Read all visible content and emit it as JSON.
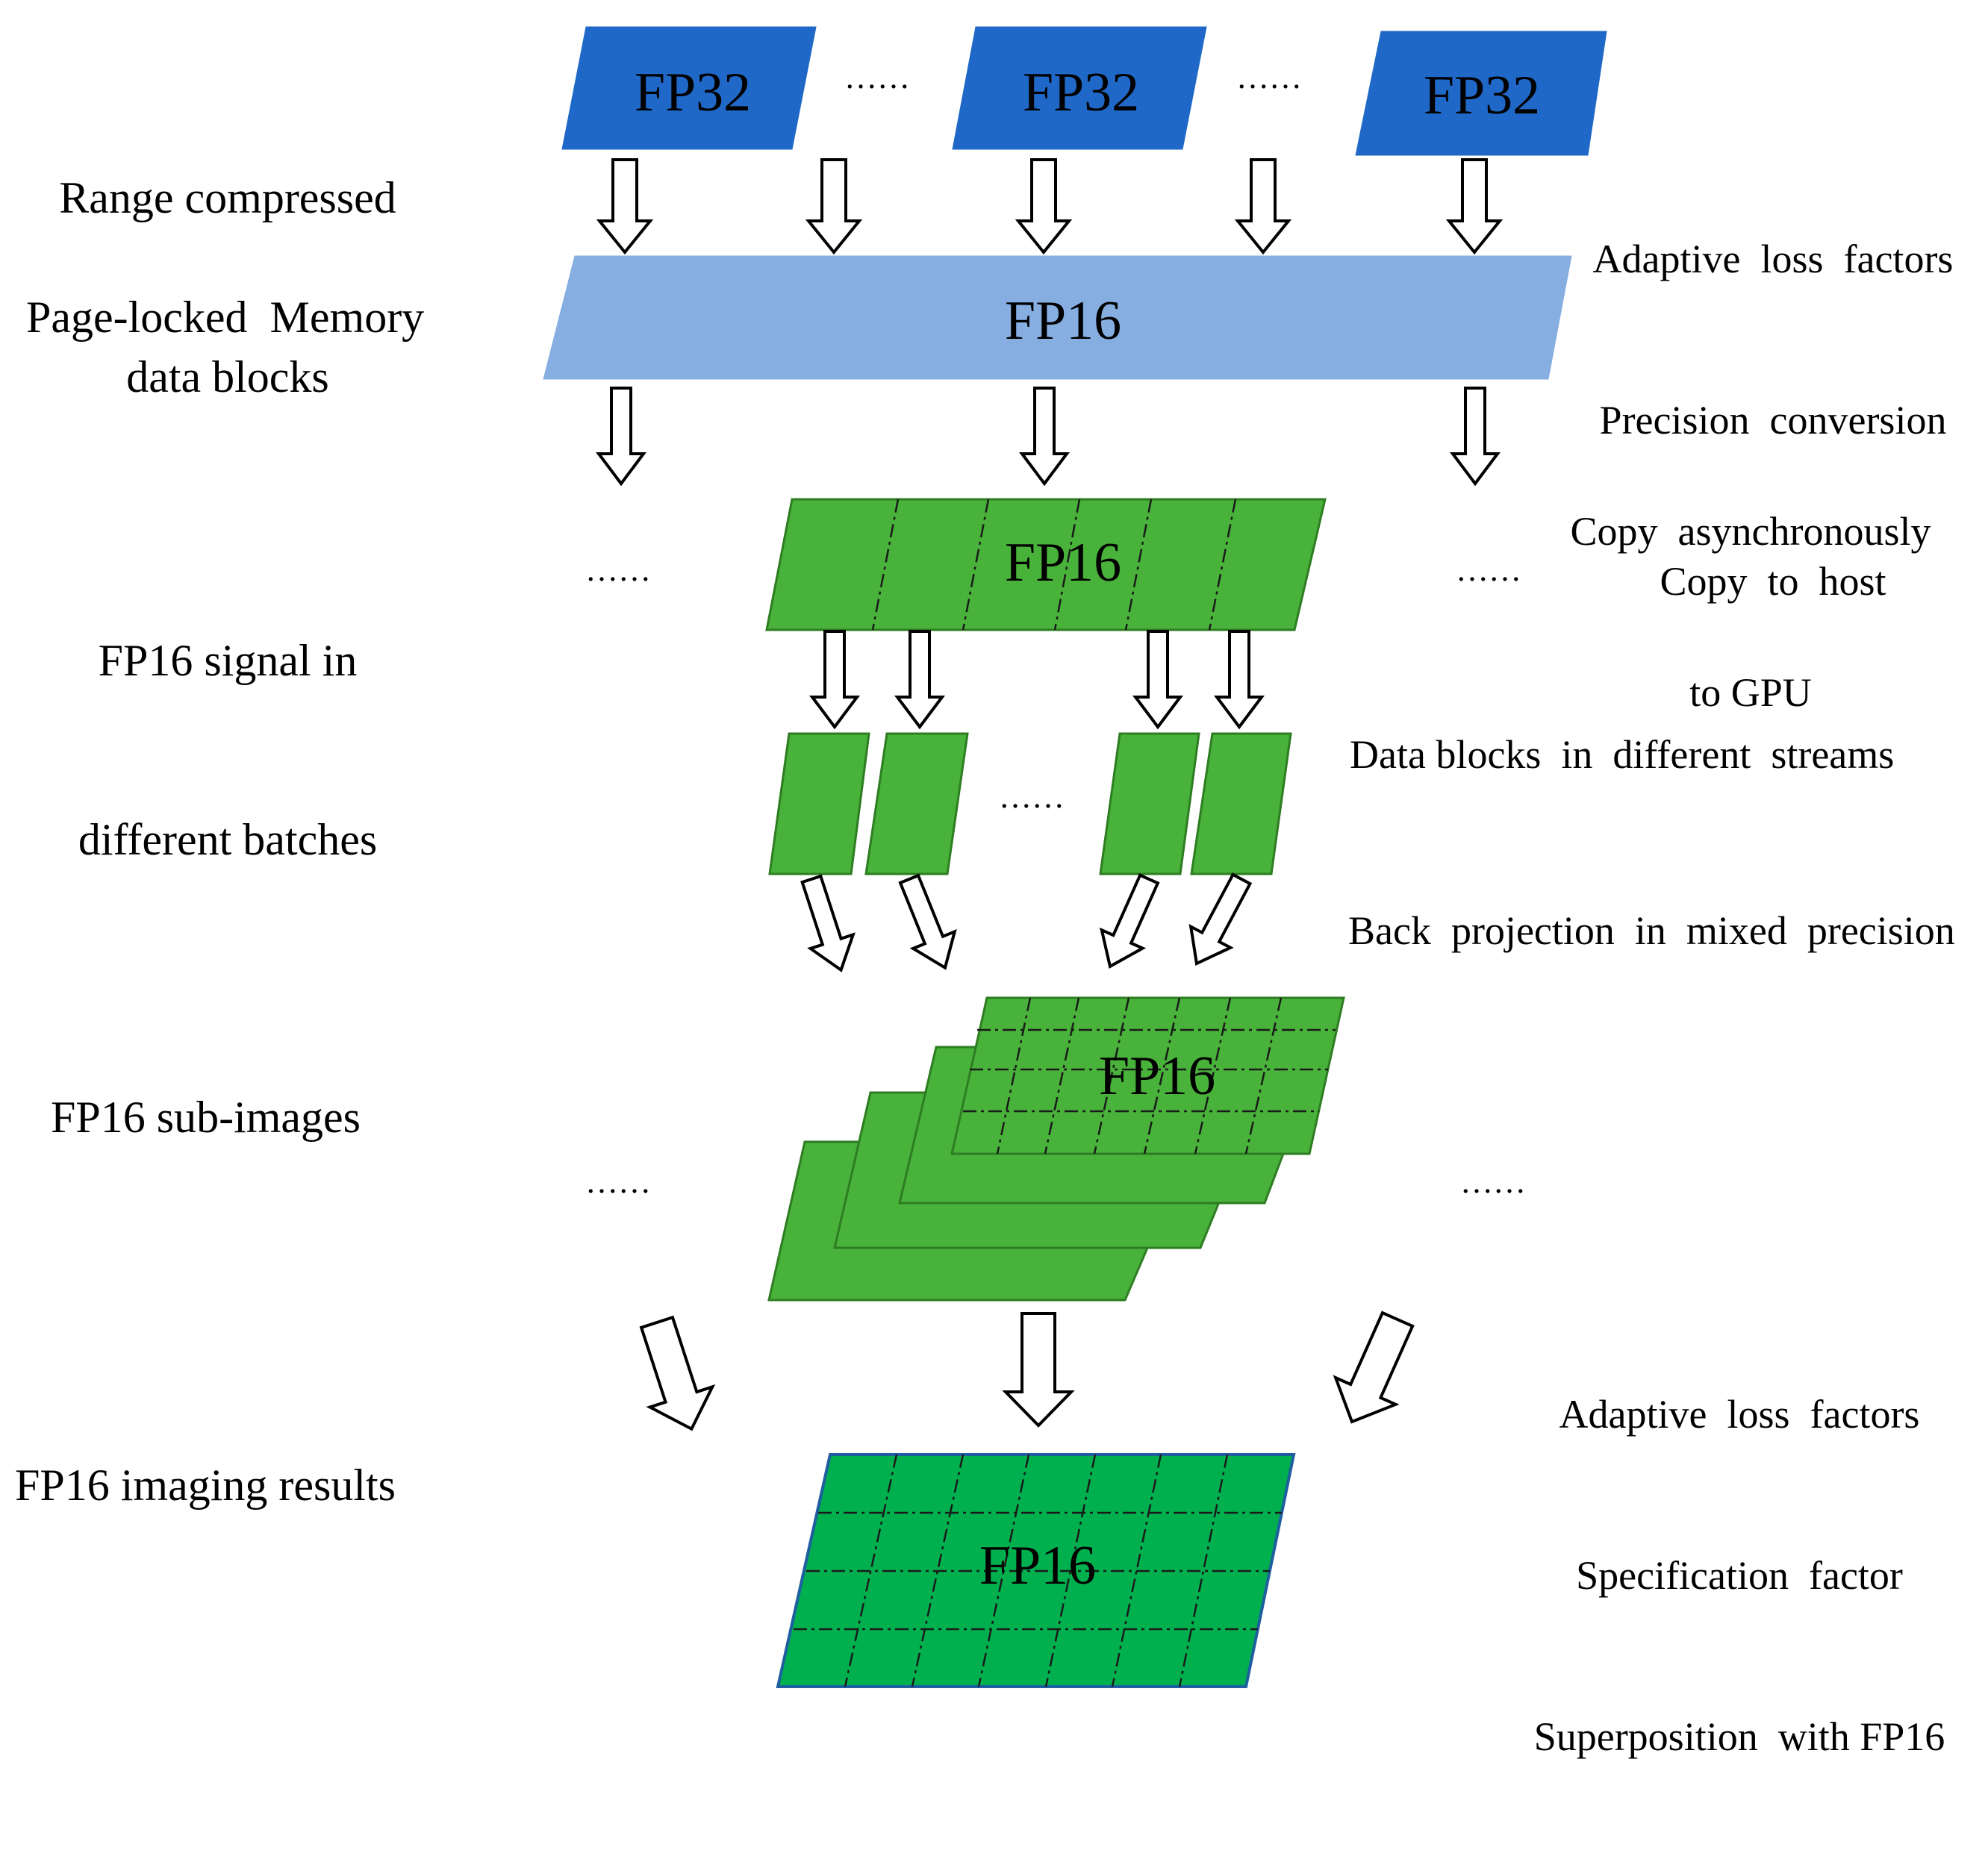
{
  "stage_labels": {
    "range_compressed": [
      "Range compressed",
      "data blocks"
    ],
    "page_locked": "Page-locked  Memory",
    "fp16_signal": [
      "FP16 signal in",
      "different batches"
    ],
    "fp16_subimages": "FP16 sub-images",
    "fp16_results": "FP16 imaging results"
  },
  "annotations": {
    "to_host": [
      "Adaptive  loss  factors",
      "Precision  conversion",
      "Copy  to  host"
    ],
    "to_gpu": [
      "Copy  asynchronously",
      "to GPU"
    ],
    "streams": "Data blocks  in  different  streams",
    "backprojection": "Back  projection  in  mixed  precision",
    "superposition": [
      "Adaptive  loss  factors",
      "Specification  factor",
      "Superposition  with FP16"
    ]
  },
  "blocks": {
    "fp32": "FP32",
    "fp16": "FP16"
  },
  "ellipsis": "……",
  "colors": {
    "fp32_fill": "#1F68C8",
    "memory_fill": "#86AEE1",
    "green_fill": "#48B23A",
    "green_stroke": "#2E7D22",
    "result_fill": "#00B04E",
    "result_stroke": "#1F5FA0"
  }
}
